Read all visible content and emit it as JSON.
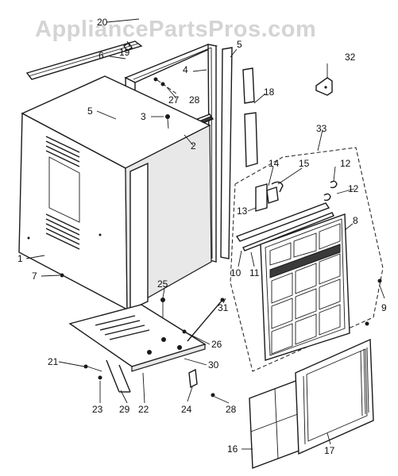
{
  "watermark": "AppliancePartsPros.com",
  "callouts": [
    "1",
    "2",
    "3",
    "4",
    "5",
    "5",
    "6",
    "7",
    "8",
    "9",
    "10",
    "11",
    "12",
    "12",
    "13",
    "14",
    "15",
    "16",
    "17",
    "18",
    "19",
    "20",
    "21",
    "22",
    "23",
    "24",
    "25",
    "26",
    "27",
    "28",
    "28",
    "29",
    "30",
    "31",
    "32",
    "33"
  ]
}
